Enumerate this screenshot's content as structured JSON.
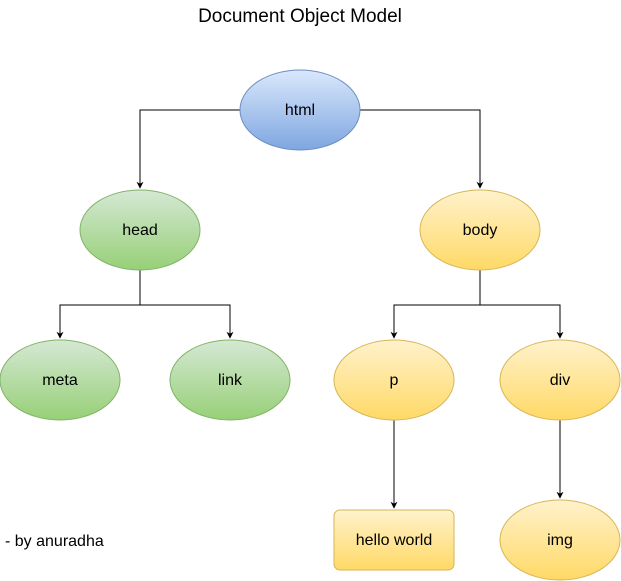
{
  "title": "Document Object Model",
  "credit": "- by anuradha",
  "colors": {
    "blue_top": "#dae8fc",
    "blue_bottom": "#7ea6e0",
    "blue_stroke": "#6c8ebf",
    "green_top": "#d5e8d4",
    "green_bottom": "#97d077",
    "green_stroke": "#82b366",
    "yellow_top": "#fff2cc",
    "yellow_bottom": "#ffd966",
    "yellow_stroke": "#d6b656"
  },
  "nodes": {
    "html": {
      "label": "html"
    },
    "head": {
      "label": "head"
    },
    "body": {
      "label": "body"
    },
    "meta": {
      "label": "meta"
    },
    "link": {
      "label": "link"
    },
    "p": {
      "label": "p"
    },
    "div": {
      "label": "div"
    },
    "hello": {
      "label": "hello world"
    },
    "img": {
      "label": "img"
    }
  }
}
